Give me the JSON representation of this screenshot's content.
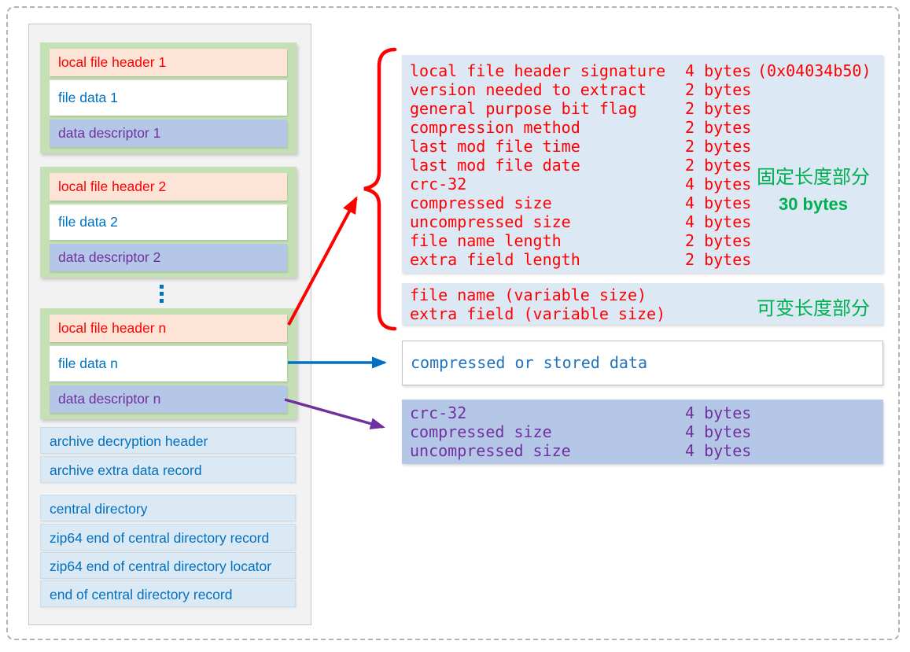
{
  "left_panel": {
    "groups": [
      {
        "header": "local file header 1",
        "data": "file data 1",
        "descriptor": "data descriptor 1"
      },
      {
        "header": "local file header 2",
        "data": "file data 2",
        "descriptor": "data descriptor 2"
      },
      {
        "header": "local file header n",
        "data": "file data n",
        "descriptor": "data descriptor n"
      }
    ],
    "mid_rows": [
      {
        "label": "archive decryption header"
      },
      {
        "label": "archive extra data record"
      }
    ],
    "bottom_rows": [
      {
        "label": "central directory"
      },
      {
        "label": "zip64 end of central directory record"
      },
      {
        "label": "zip64 end of central directory locator"
      },
      {
        "label": "end of central directory record"
      }
    ]
  },
  "fixed_block": {
    "rows": [
      {
        "label": "local file header signature",
        "size": "4 bytes",
        "note": "(0x04034b50)"
      },
      {
        "label": "version needed to extract",
        "size": "2 bytes",
        "note": ""
      },
      {
        "label": "general purpose bit flag",
        "size": "2 bytes",
        "note": ""
      },
      {
        "label": "compression method",
        "size": "2 bytes",
        "note": ""
      },
      {
        "label": "last mod file time",
        "size": "2 bytes",
        "note": ""
      },
      {
        "label": "last mod file date",
        "size": "2 bytes",
        "note": ""
      },
      {
        "label": "crc-32",
        "size": "4 bytes",
        "note": ""
      },
      {
        "label": "compressed size",
        "size": "4 bytes",
        "note": ""
      },
      {
        "label": "uncompressed size",
        "size": "4 bytes",
        "note": ""
      },
      {
        "label": "file name length",
        "size": "2 bytes",
        "note": ""
      },
      {
        "label": "extra field length",
        "size": "2 bytes",
        "note": ""
      }
    ],
    "annotation": "固定长度部分",
    "annotation_bold": "30 bytes"
  },
  "variable_block": {
    "rows": [
      {
        "label": "file name (variable size)"
      },
      {
        "label": "extra field (variable size)"
      }
    ],
    "annotation": "可变长度部分"
  },
  "data_block": {
    "label": "compressed or stored data"
  },
  "descriptor_block": {
    "rows": [
      {
        "label": "crc-32",
        "size": "4 bytes"
      },
      {
        "label": "compressed size",
        "size": "4 bytes"
      },
      {
        "label": "uncompressed size",
        "size": "4 bytes"
      }
    ]
  },
  "colors": {
    "header_text_red": "#FF0000",
    "data_text_blue": "#0070C0",
    "descriptor_text_purple": "#7030A0",
    "annotation_green": "#00B050",
    "header_fill_peach": "#FCE4D6",
    "group_fill_green": "#C5E0B4",
    "descriptor_fill_blue": "#B4C7E7",
    "list_row_fill": "#DBE9F5",
    "right_block_fill": "#DCE8F4",
    "panel_fill": "#F2F2F2"
  }
}
